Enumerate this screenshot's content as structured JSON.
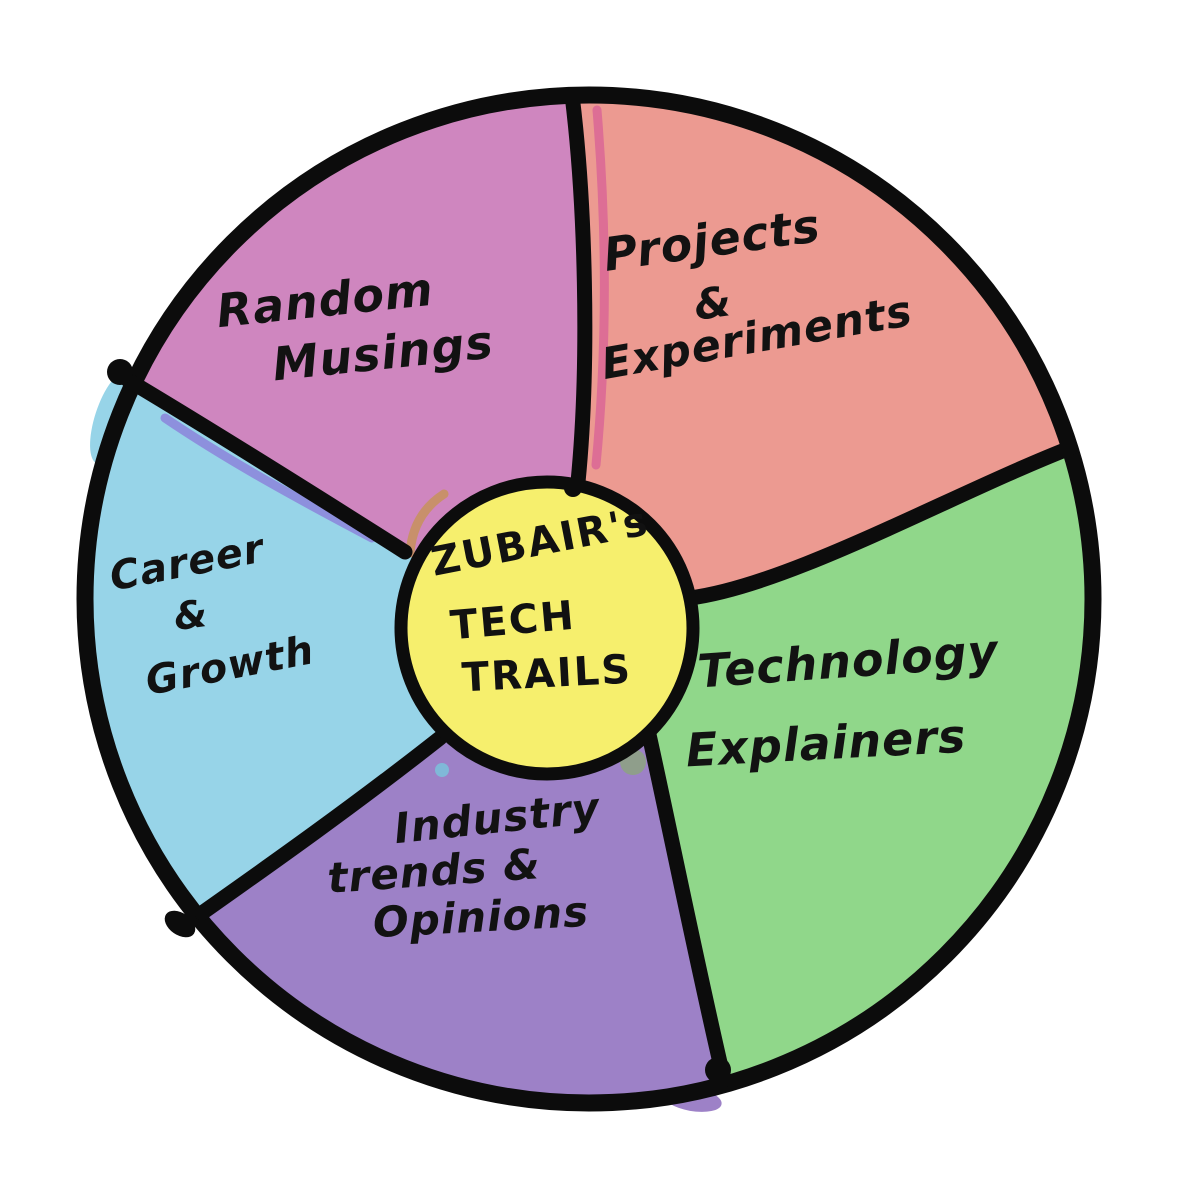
{
  "diagram": {
    "background": "#ffffff",
    "outline_color": "#0c0c0c",
    "text_color": "#121212"
  },
  "center": {
    "lines": [
      "ZUBAIR's",
      "TECH",
      "TRAILS"
    ],
    "color": "#f6ef6d"
  },
  "segments": [
    {
      "id": "random-musings",
      "lines": [
        "Random",
        "Musings"
      ],
      "color": "#cf86bf"
    },
    {
      "id": "projects-experiments",
      "lines": [
        "Projects",
        "&",
        "Experiments"
      ],
      "color": "#ec9a91"
    },
    {
      "id": "technology-explainers",
      "lines": [
        "Technology",
        "Explainers"
      ],
      "color": "#90d78a"
    },
    {
      "id": "industry-trends-opinions",
      "lines": [
        "Industry",
        "trends &",
        "Opinions"
      ],
      "color": "#9d81c7"
    },
    {
      "id": "career-growth",
      "lines": [
        "Career",
        "&",
        "Growth"
      ],
      "color": "#97d4e8"
    }
  ],
  "smudges": {
    "rose": "#dd6e95",
    "tan": "#c8906a",
    "olive": "#8f9e8b",
    "leaf": "#9ccc70",
    "teal": "#80b8d8",
    "periwinkle": "#8d90dd"
  }
}
